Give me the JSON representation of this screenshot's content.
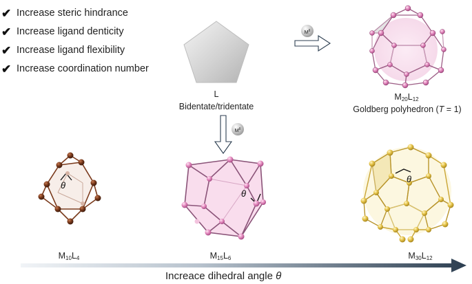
{
  "checklist": [
    "Increase steric hindrance",
    "Increase ligand denticity",
    "Increase ligand flexibility",
    "Increase coordination number"
  ],
  "check_symbol": "✔",
  "ligand": {
    "label": "L",
    "description": "Bidentate/tridentate"
  },
  "metal": {
    "symbol": "M",
    "superscript": "II"
  },
  "goldberg": {
    "formula_m": "M",
    "m_sub": "20",
    "formula_l": "L",
    "l_sub": "12",
    "name_pre": "Goldberg polyhedron (",
    "name_t": "T",
    "name_post": " = 1)"
  },
  "cages": [
    {
      "m": "M",
      "m_sub": "10",
      "l": "L",
      "l_sub": "4"
    },
    {
      "m": "M",
      "m_sub": "15",
      "l": "L",
      "l_sub": "6"
    },
    {
      "m": "M",
      "m_sub": "30",
      "l": "L",
      "l_sub": "12"
    }
  ],
  "theta": "θ",
  "axis": {
    "label_pre": "Increace dihedral angle ",
    "label_theta": "θ"
  },
  "colors": {
    "brown": "#7a3a1c",
    "pink": "#d97fb5",
    "gold": "#d8b53a",
    "arrow_dark": "#2c3e50",
    "arrow_light": "#f1f4f7"
  }
}
